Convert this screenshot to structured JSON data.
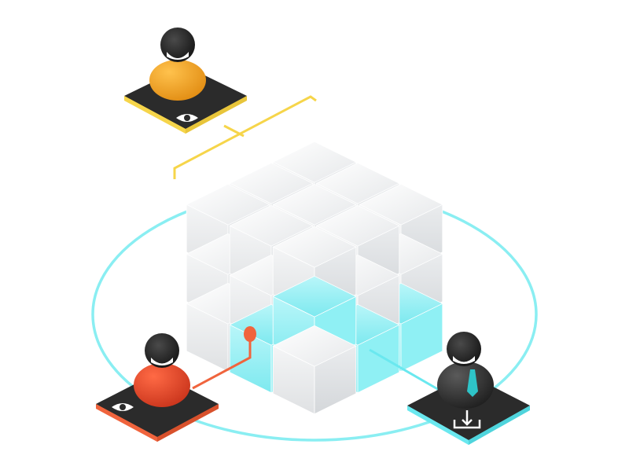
{
  "diagram": {
    "nodes": [
      {
        "id": "viewer-top",
        "role": "viewer",
        "badge_icon": "eye-icon",
        "color": "#f5a623",
        "edge_color": "#f6d54a"
      },
      {
        "id": "viewer-bottom-left",
        "role": "viewer",
        "badge_icon": "eye-icon",
        "color": "#e24a2a",
        "edge_color": "#f0643d"
      },
      {
        "id": "uploader-bottom-right",
        "role": "uploader",
        "badge_icon": "download-tray-icon",
        "color": "#3a3a3a",
        "edge_color": "#6ae8ef",
        "tie_color": "#2ec4c8"
      }
    ],
    "cube": {
      "grid": 3,
      "face_color": "#eef0f2",
      "highlight_color": "#7ff0f5"
    },
    "ring_color": "#8aeef2",
    "connector_colors": {
      "top": "#f6d54a",
      "left": "#f0643d",
      "right": "#6ae8ef"
    }
  }
}
